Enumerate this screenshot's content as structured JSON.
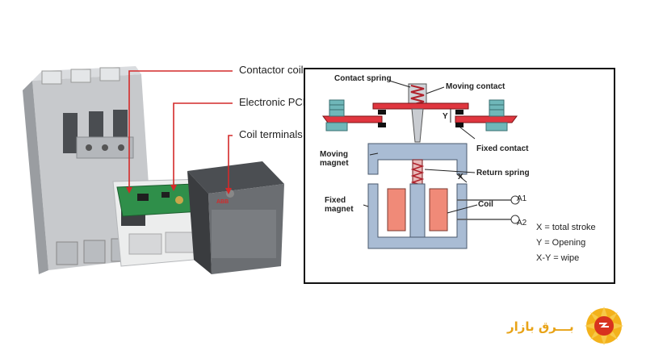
{
  "callouts": [
    {
      "id": "contactor-coil",
      "label": "Contactor coil"
    },
    {
      "id": "electronic-pcb",
      "label": "Electronic PCB"
    },
    {
      "id": "coil-terminals",
      "label": "Coil terminals"
    }
  ],
  "diagram": {
    "contact_spring": "Contact spring",
    "moving_contact": "Moving contact",
    "fixed_contact": "Fixed contact",
    "moving_magnet": "Moving\nmagnet",
    "return_spring": "Return spring",
    "fixed_magnet": "Fixed\nmagnet",
    "coil": "Coil",
    "a1": "A1",
    "a2": "A2",
    "x_mark": "X",
    "y_mark": "Y",
    "legend": [
      "X = total stroke",
      "Y = Opening",
      "X-Y = wipe"
    ]
  },
  "device_label": "ABB",
  "brand_text": "بـــرق بازار",
  "colors": {
    "callout_red": "#d42a2a",
    "magnet_blue": "#a9bcd4",
    "coil_salmon": "#f08a78",
    "contact_red": "#e0363f",
    "spring_red": "#b0202a",
    "brand_orange": "#e8a317"
  }
}
